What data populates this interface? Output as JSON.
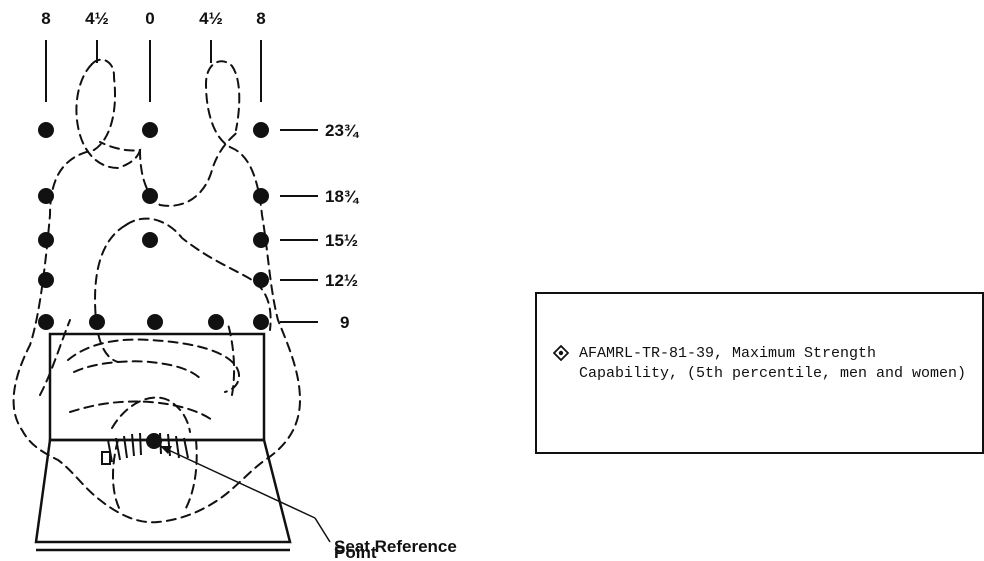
{
  "top_scale": [
    "8",
    "4½",
    "0",
    "4½",
    "8"
  ],
  "height_labels": [
    "23¾",
    "18¾",
    "15½",
    "12½",
    "9"
  ],
  "callout": {
    "line1": "Seat Reference",
    "line2": "Point"
  },
  "legend": {
    "symbol": "diamond-dot-icon",
    "text": "AFAMRL-TR-81-39, Maximum Strength Capability, (5th percentile, men and women)"
  },
  "colors": {
    "ink": "#111111",
    "background": "#ffffff"
  }
}
